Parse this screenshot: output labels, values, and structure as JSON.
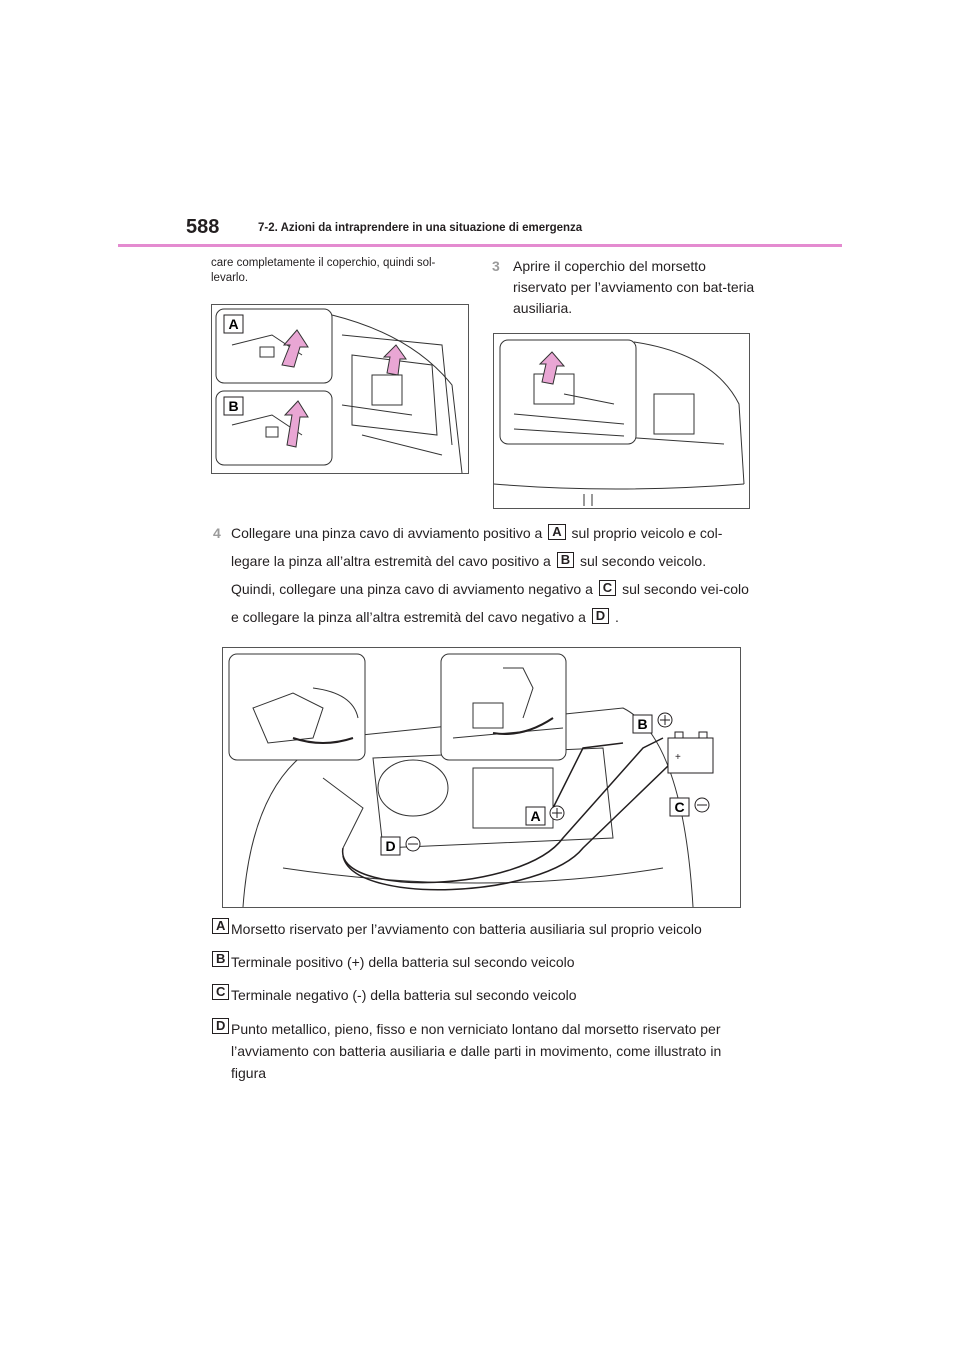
{
  "header": {
    "page_number": "588",
    "section_title": "7-2. Azioni da intraprendere in una situazione di emergenza"
  },
  "continuation_text": "care completamente il coperchio, quindi sol-levarlo.",
  "step3": {
    "number": "3",
    "text": "Aprire il coperchio del morsetto riservato per l’avviamento con bat-teria ausiliaria."
  },
  "step4": {
    "number": "4",
    "part1": "Collegare una pinza cavo di avviamento positivo a",
    "part2": "sul proprio veicolo e col-legare la pinza all’altra estremità del cavo positivo a",
    "part3": "sul secondo veicolo. Quindi, collegare una pinza cavo di avviamento negativo a",
    "part4": "sul secondo vei-colo e collegare la pinza all’altra estremità del cavo negativo a",
    "part5": "."
  },
  "labels": {
    "a": "A",
    "b": "B",
    "c": "C",
    "d": "D"
  },
  "legend": [
    {
      "label": "A",
      "text": "Morsetto riservato per l’avviamento con batteria ausiliaria sul proprio veicolo"
    },
    {
      "label": "B",
      "text": "Terminale positivo (+) della batteria sul secondo veicolo"
    },
    {
      "label": "C",
      "text": "Terminale negativo (-) della batteria sul secondo veicolo"
    },
    {
      "label": "D",
      "text": "Punto metallico, pieno, fisso e non verniciato lontano dal morsetto riservato per l’avviamento con batteria ausiliaria e dalle parti in movimento, come illustrato in figura"
    }
  ],
  "colors": {
    "accent_rule": "#e48bd0",
    "arrow_fill": "#e9a6d4"
  }
}
